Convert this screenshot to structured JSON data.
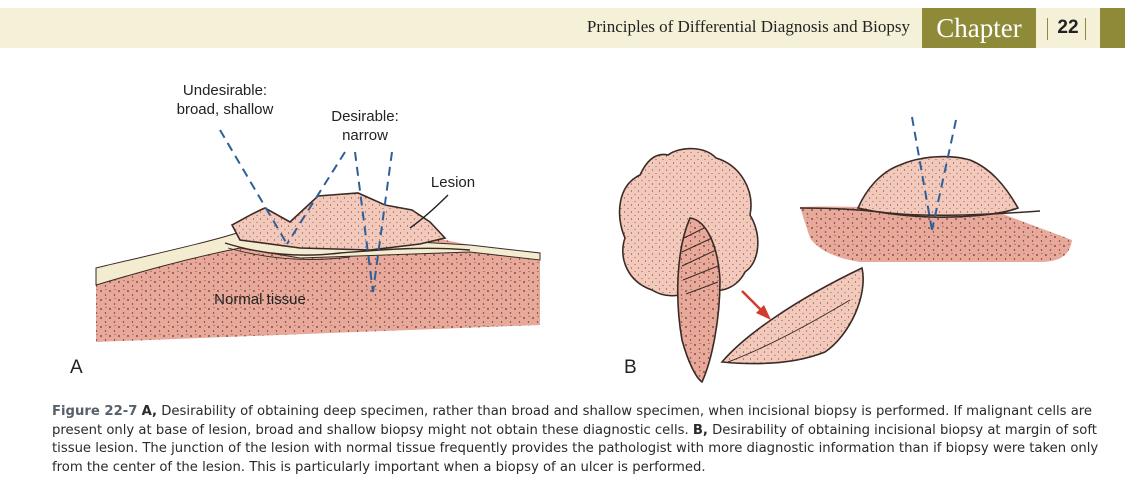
{
  "header": {
    "running_title": "Principles of Differential Diagnosis and Biopsy",
    "chapter_label": "Chapter",
    "chapter_number": "22"
  },
  "figure": {
    "panel_a": {
      "letter": "A",
      "undesirable_line1": "Undesirable:",
      "undesirable_line2": "broad, shallow",
      "desirable_line1": "Desirable:",
      "desirable_line2": "narrow",
      "lesion_label": "Lesion",
      "normal_label": "Normal tissue"
    },
    "panel_b": {
      "letter": "B"
    }
  },
  "caption": {
    "figure_number": "Figure 22-7",
    "a_label": "A,",
    "a_text": " Desirability of obtaining deep specimen, rather than broad and shallow specimen, when incisional biopsy is performed. If malignant cells are present only at base of lesion, broad and shallow biopsy might not obtain these diagnostic cells. ",
    "b_label": "B,",
    "b_text": " Desirability of obtaining incisional biopsy at margin of soft tissue lesion. The junction of the lesion with normal tissue frequently provides the pathologist with more diagnostic information than if biopsy were taken only from the center of the lesion. This is particularly important when a biopsy of an ulcer is performed."
  },
  "colors": {
    "tissue": "#e8a89a",
    "lesion": "#f2c9bb",
    "cream": "#f4ecd0",
    "accent": "#8e8a38",
    "dash": "#2f5f9a",
    "arrow": "#d23b2f"
  }
}
